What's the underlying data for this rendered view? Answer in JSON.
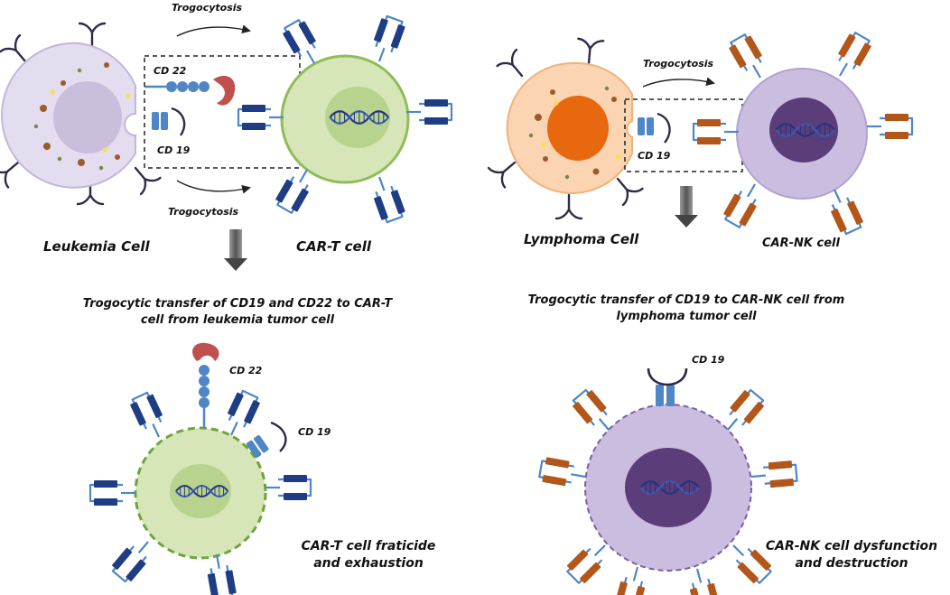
{
  "top_left": {
    "trogocytosis_top": "Trogocytosis",
    "trogocytosis_bottom": "Trogocytosis",
    "cd22": "CD 22",
    "cd19": "CD 19",
    "leukemia_cell": "Leukemia Cell",
    "cart_cell": "CAR-T cell",
    "caption_line1": "Trogocytic transfer of CD19 and CD22 to CAR-T",
    "caption_line2": "cell from leukemia tumor cell"
  },
  "top_right": {
    "trogocytosis": "Trogocytosis",
    "cd19": "CD 19",
    "lymphoma_cell": "Lymphoma Cell",
    "carnk_cell": "CAR-NK cell",
    "caption_line1": "Trogocytic transfer of CD19 to CAR-NK cell from",
    "caption_line2": "lymphoma tumor cell"
  },
  "bottom_left": {
    "cd22": "CD 22",
    "cd19": "CD 19",
    "outcome_line1": "CAR-T cell fraticide",
    "outcome_line2": "and exhaustion"
  },
  "bottom_right": {
    "cd19": "CD 19",
    "outcome_line1": "CAR-NK cell dysfunction",
    "outcome_line2": "and destruction"
  },
  "colors": {
    "leukemia_cytoplasm": "#e4dcef",
    "leukemia_nucleus": "#c9bedc",
    "cart_cytoplasm": "#d6e6b8",
    "cart_nucleus": "#b8d38e",
    "lymphoma_cytoplasm": "#fbd4b2",
    "lymphoma_nucleus": "#e8680f",
    "carnk_cytoplasm": "#cabddf",
    "carnk_nucleus": "#5b3d7a",
    "car_t_domain": "#1f3d85",
    "car_nk_domain": "#b3561a",
    "antigen_blue": "#4f86c6",
    "cd22_red": "#c0504d",
    "dna": "#27337f"
  }
}
